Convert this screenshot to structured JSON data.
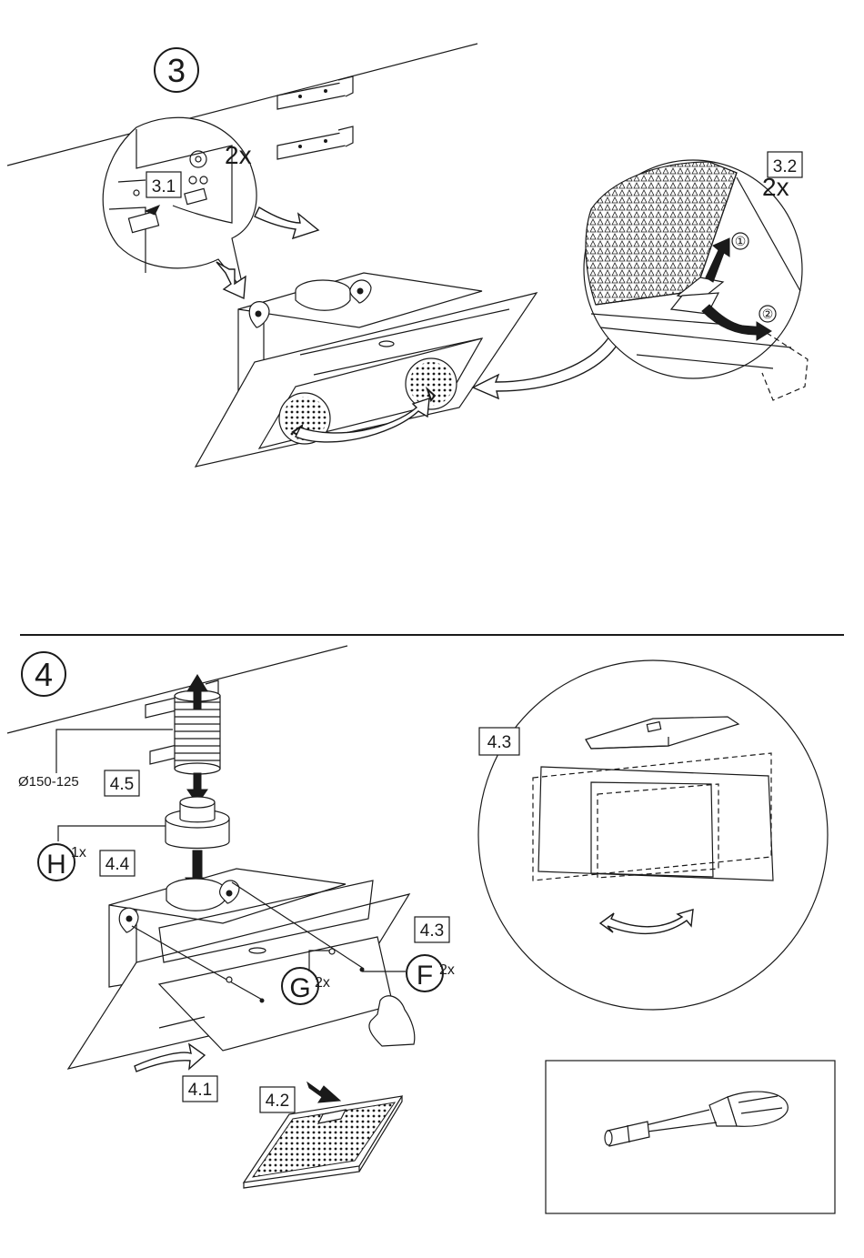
{
  "step3": {
    "number": "3",
    "sub_a": "3.1",
    "sub_b": "3.2",
    "count_a": "2x",
    "count_b": "2x",
    "mark_1": "①",
    "mark_2": "②"
  },
  "step4": {
    "number": "4",
    "sub_1": "4.1",
    "sub_2": "4.2",
    "sub_3": "4.3",
    "sub_3_detail": "4.3",
    "sub_4": "4.4",
    "sub_5": "4.5",
    "diameter": "Ø150-125",
    "part_h": "H",
    "part_h_count": "1x",
    "part_g": "G",
    "part_g_count": "2x",
    "part_f": "F",
    "part_f_count": "2x"
  },
  "icons": [
    "screwdriver-icon",
    "spirit-level-icon",
    "grease-filter-icon",
    "bracket-icon",
    "hand-icon"
  ]
}
